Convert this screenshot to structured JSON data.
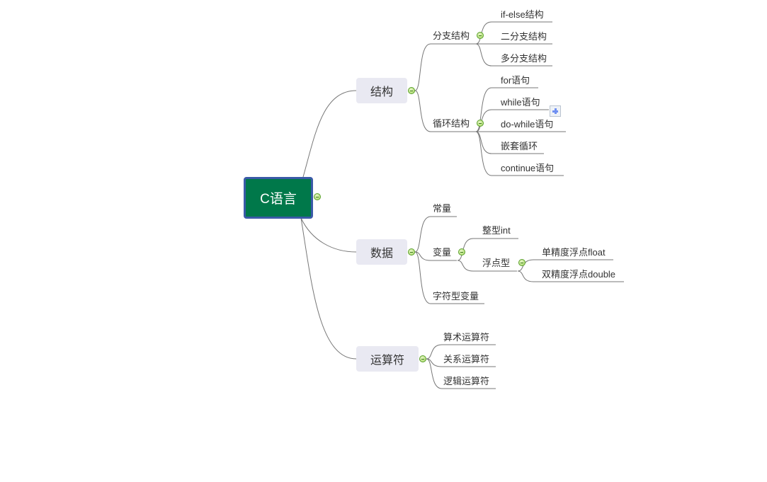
{
  "root": {
    "label": "C语言"
  },
  "branches": [
    {
      "label": "结构",
      "children": [
        {
          "label": "分支结构",
          "children": [
            {
              "label": "if-else结构"
            },
            {
              "label": "二分支结构"
            },
            {
              "label": "多分支结构"
            }
          ]
        },
        {
          "label": "循环结构",
          "children": [
            {
              "label": "for语句"
            },
            {
              "label": "while语句"
            },
            {
              "label": "do-while语句"
            },
            {
              "label": "嵌套循环"
            },
            {
              "label": "continue语句"
            }
          ]
        }
      ]
    },
    {
      "label": "数据",
      "children": [
        {
          "label": "常量"
        },
        {
          "label": "变量",
          "children": [
            {
              "label": "整型int"
            },
            {
              "label": "浮点型",
              "children": [
                {
                  "label": "单精度浮点float"
                },
                {
                  "label": "双精度浮点double"
                }
              ]
            }
          ]
        },
        {
          "label": "字符型变量"
        }
      ]
    },
    {
      "label": "运算符",
      "children": [
        {
          "label": "算术运算符"
        },
        {
          "label": "关系运算符"
        },
        {
          "label": "逻辑运算符"
        }
      ]
    }
  ]
}
